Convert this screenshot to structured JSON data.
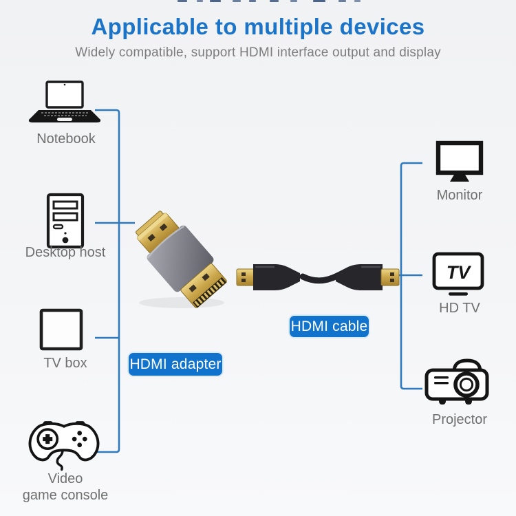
{
  "colors": {
    "accent_blue": "#1b74c8",
    "connector_line_blue": "#2f79bd",
    "tag_background_blue": "#1273cd",
    "label_gray": "#6f6f6f"
  },
  "header": {
    "title": "Applicable to multiple devices",
    "subtitle": "Widely compatible, support HDMI interface output and display"
  },
  "left_devices": [
    {
      "label": "Notebook",
      "icon": "laptop-icon"
    },
    {
      "label": "Desktop host",
      "icon": "desktop-tower-icon"
    },
    {
      "label": "TV box",
      "icon": "tv-box-icon"
    },
    {
      "label": "Video game console",
      "line1": "Video",
      "line2": "game console",
      "icon": "gamepad-icon"
    }
  ],
  "right_devices": [
    {
      "label": "Monitor",
      "icon": "monitor-icon"
    },
    {
      "label": "HD TV",
      "icon": "hd-tv-icon",
      "screen_text": "TV"
    },
    {
      "label": "Projector",
      "icon": "projector-icon"
    }
  ],
  "center": {
    "adapter_tag": "HDMI adapter",
    "cable_tag": "HDMI cable",
    "adapter_photo": "hdmi-adapter-photo",
    "cable_photo": "hdmi-cable-photo"
  }
}
